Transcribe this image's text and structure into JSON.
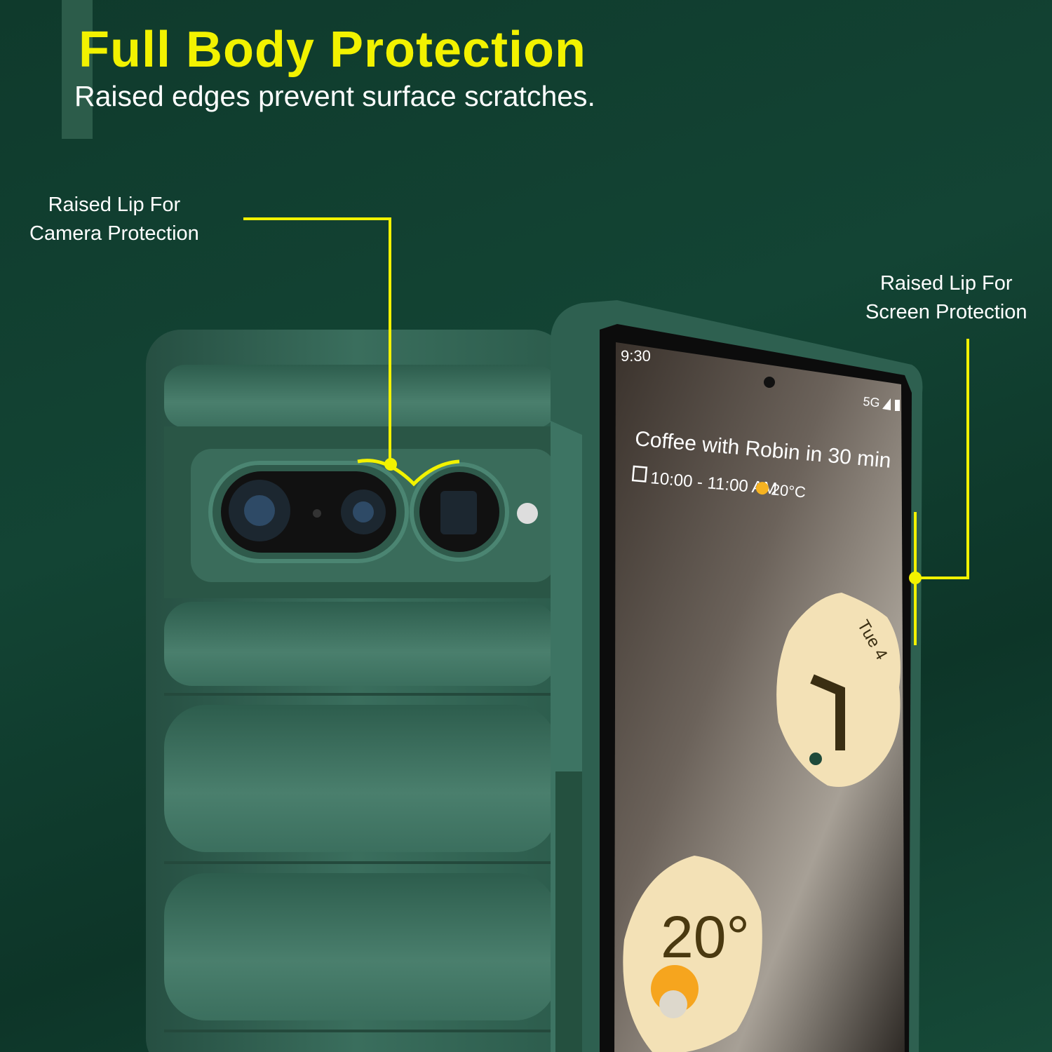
{
  "header": {
    "title": "Full Body Protection",
    "subtitle": "Raised edges prevent surface scratches."
  },
  "callouts": {
    "camera": {
      "line1": "Raised Lip For",
      "line2": "Camera Protection"
    },
    "screen": {
      "line1": "Raised Lip For",
      "line2": "Screen Protection"
    }
  },
  "phone_screen": {
    "time": "9:30",
    "network": "5G",
    "event": "Coffee with Robin in 30 min",
    "event_time": "10:00 - 11:00 AM",
    "weather_small": "20°C",
    "clock_date": "Tue 4",
    "weather_big": "20°"
  },
  "colors": {
    "accent": "#f2f200",
    "case": "#2e5e4e",
    "background": "#0f3a2c"
  }
}
